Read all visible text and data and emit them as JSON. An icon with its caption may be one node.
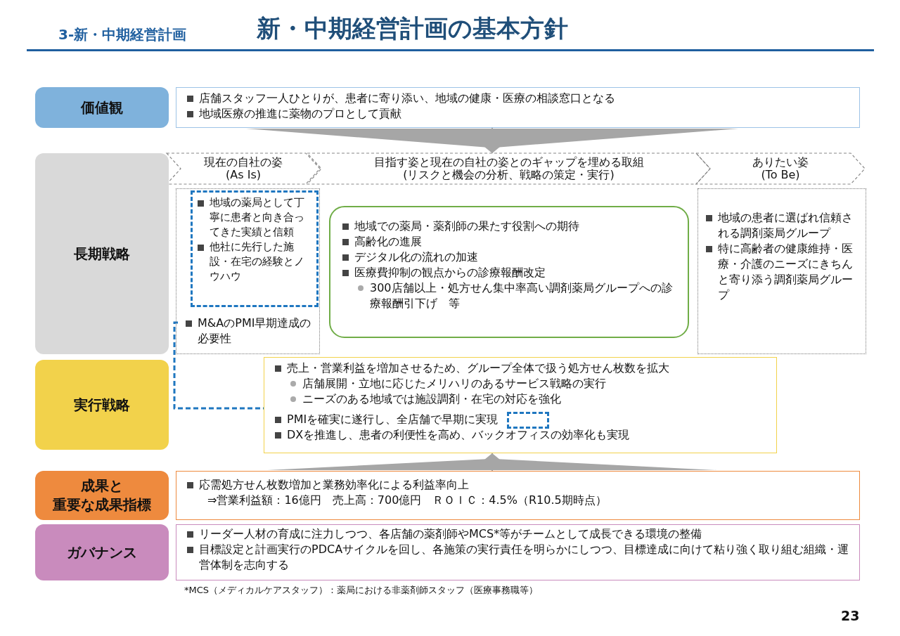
{
  "diagram": {
    "title": "新・中期経営計画の基本方針",
    "nodes": [
      {
        "text": [
          "価値観"
        ]
      },
      {
        "text": [
          "店舗スタッフ一人ひとりが、患者に寄り添い、地域の健康・医療の相談窓口となる",
          "地域医療の推進に薬物のプロとして貢献"
        ]
      },
      {
        "text": [
          "長期戦略"
        ]
      },
      {
        "text": [
          "現在の自社の姿 (As Is)"
        ]
      },
      {
        "text": [
          "目指す姿と現在の自社の姿とのギャップを埋める取組 (リスクと機会の分析、戦略の策定・実行)"
        ]
      },
      {
        "text": [
          "ありたい姿 (To Be)"
        ]
      },
      {
        "text": [],
        "shape": "box"
      },
      {
        "text": [
          "地域の薬局として丁寧に患者と向き合ってきた実績と信頼",
          "他社に先行した施設・在宅の経験とノウハウ"
        ],
        "in": 6
      },
      {
        "text": [
          "M&AのPMI早期達成の必要性"
        ],
        "in": 6
      },
      {
        "text": [
          "地域での薬局・薬剤師の果たす役割への期待",
          "高齢化の進展",
          "デジタル化の流れの加速",
          "医療費抑制の観点からの診療報酬改定",
          "300店舗以上・処方せん集中率高い調剤薬局グループへの診療報酬引下げ　等"
        ]
      },
      {
        "text": [
          "地域の患者に選ばれ信頼される調剤薬局グループ",
          "特に高齢者の健康維持・医療・介護のニーズにきちんと寄り添う調剤薬局グループ"
        ]
      },
      {
        "text": [
          "実行戦略"
        ]
      },
      {
        "text": [
          "売上・営業利益を増加させるため、グループ全体で扱う処方せん枚数を拡大",
          "店舗展開・立地に応じたメリハリのあるサービス戦略の実行",
          "ニーズのある地域では施設調剤・在宅の対応を強化",
          "PMIを確実に遂行し、全店舗で早期に実現",
          "DXを推進し、患者の利便性を高め、バックオフィスの効率化も実現"
        ]
      },
      {
        "text": [],
        "shape": "box",
        "in": 12
      },
      {
        "text": [
          "成果と",
          "重要な成果指標"
        ]
      },
      {
        "text": [
          "応需処方せん枚数増加と業務効率化による利益率向上",
          "⇒営業利益額：16億円　売上高：700億円　ＲＯＩＣ：4.5%（R10.5期時点）"
        ]
      },
      {
        "text": [
          "ガバナンス"
        ]
      },
      {
        "text": [
          "リーダー人材の育成に注力しつつ、各店舗の薬剤師やMCS*等がチームとして成長できる環境の整備",
          "目標設定と計画実行のPDCAサイクルを回し、各施策の実行責任を明らかにしつつ、目標達成に向けて粘り強く取り組む組織・運営体制を志向する"
        ]
      }
    ],
    "edges": [
      {
        "from": 1,
        "to": 4,
        "arrow": "to"
      },
      {
        "from": 8,
        "to": 13,
        "arrow": "to",
        "style": "dashed",
        "color": "#1f77c0"
      },
      {
        "from": 15,
        "to": 12,
        "arrow": "to"
      }
    ],
    "labels": [
      "3-新・中期経営計画",
      "*MCS（メディカルケアスタッフ）：薬局における非薬剤師スタッフ（医療事務職等）",
      "23"
    ]
  }
}
